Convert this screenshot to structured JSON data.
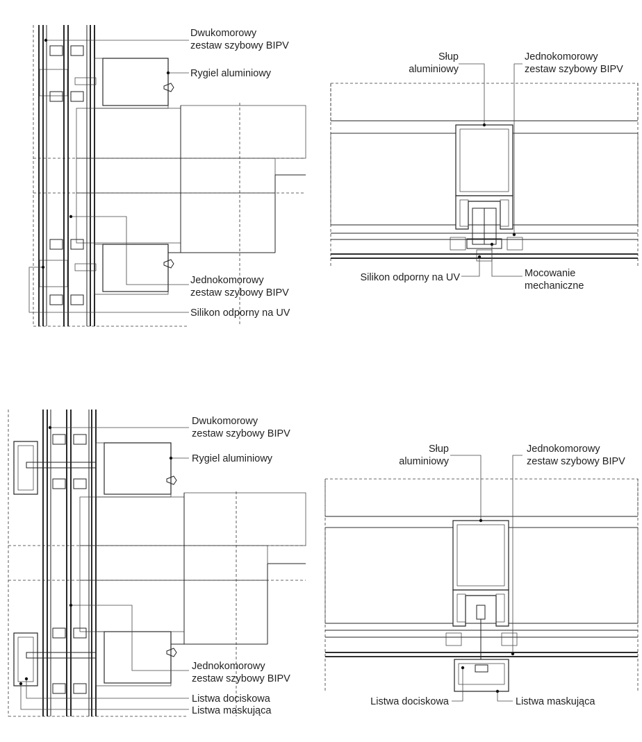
{
  "labels": {
    "d1": {
      "dwukomorowy": [
        "Dwukomorowy",
        "zestaw szybowy BIPV"
      ],
      "rygiel": "Rygiel aluminiowy",
      "jednokomorowy": [
        "Jednokomorowy",
        "zestaw szybowy BIPV"
      ],
      "silikon": "Silikon odporny na UV"
    },
    "d2": {
      "slup": [
        "Słup",
        "aluminiowy"
      ],
      "jednokomorowy": [
        "Jednokomorowy",
        "zestaw szybowy BIPV"
      ],
      "silikon": "Silikon odporny na UV",
      "mocowanie": [
        "Mocowanie",
        "mechaniczne"
      ]
    },
    "d3": {
      "dwukomorowy": [
        "Dwukomorowy",
        "zestaw szybowy BIPV"
      ],
      "rygiel": "Rygiel aluminiowy",
      "jednokomorowy": [
        "Jednokomorowy",
        "zestaw szybowy BIPV"
      ],
      "listwa_dociskowa": "Listwa dociskowa",
      "listwa_maskujaca": "Listwa maskująca"
    },
    "d4": {
      "slup": [
        "Słup",
        "aluminiowy"
      ],
      "jednokomorowy": [
        "Jednokomorowy",
        "zestaw szybowy BIPV"
      ],
      "listwa_dociskowa": "Listwa dociskowa",
      "listwa_maskujaca": "Listwa maskująca"
    }
  }
}
